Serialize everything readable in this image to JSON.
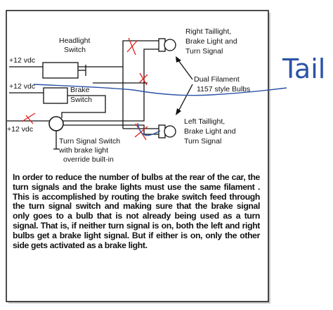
{
  "diagram": {
    "labels": {
      "headlight_switch": [
        "Headlight",
        "Switch"
      ],
      "brake_switch": [
        "Brake",
        "Switch"
      ],
      "supply_1": "+12 vdc",
      "supply_2": "+12 vdc",
      "supply_3": "+12 vdc",
      "right_taillight": [
        "Right Taillight,",
        "Brake Light and",
        "Turn Signal"
      ],
      "left_taillight": [
        "Left Taillight,",
        "Brake Light and",
        "Turn Signal"
      ],
      "dual_filament": [
        "Dual Filament",
        "1157 style Bulbs"
      ],
      "turn_signal_switch": [
        "Turn Signal Switch",
        "with brake light",
        "override built-in"
      ]
    },
    "caption": "In order to reduce the number of bulbs at the rear of the car, the turn signals and the brake lights must use the same filament . This is accomplished by routing the brake switch feed through the turn signal switch and making sure that the brake signal only goes to a bulb that is not already being used as a turn signal. That is, if neither turn signal is on, both the left and right bulbs get a brake light signal. But if either is on, only the other side gets activated as a brake light.",
    "annotation": "Tail",
    "colors": {
      "ink": "#111111",
      "markup_red": "#e0211c",
      "markup_blue": "#2b53a6"
    }
  }
}
